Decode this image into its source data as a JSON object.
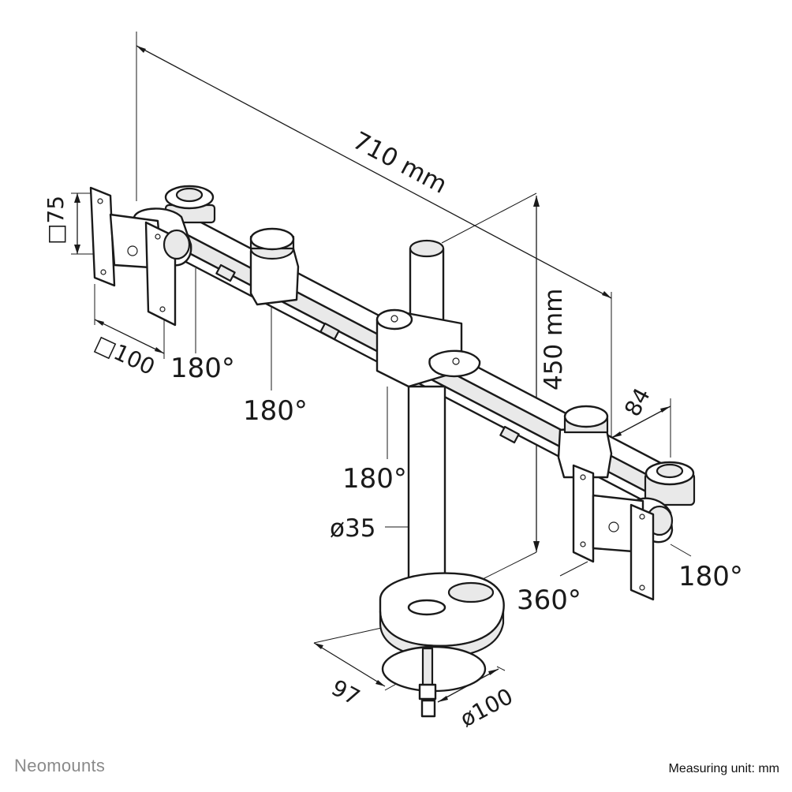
{
  "brand": "Neomounts",
  "measuring_unit": "Measuring unit: mm",
  "dimensions": {
    "width_total": "710 mm",
    "height_pole": "450 mm",
    "vesa_vertical": "□75",
    "vesa_horizontal": "□100",
    "arm_offset": "84",
    "pole_diameter": "ø35",
    "base_depth": "97",
    "base_diameter": "ø100"
  },
  "rotations": {
    "left_bracket_tilt": "180°",
    "left_arm_joint": "180°",
    "center_joint": "180°",
    "right_bracket_tilt": "180°",
    "right_bracket_rotate": "360°"
  }
}
